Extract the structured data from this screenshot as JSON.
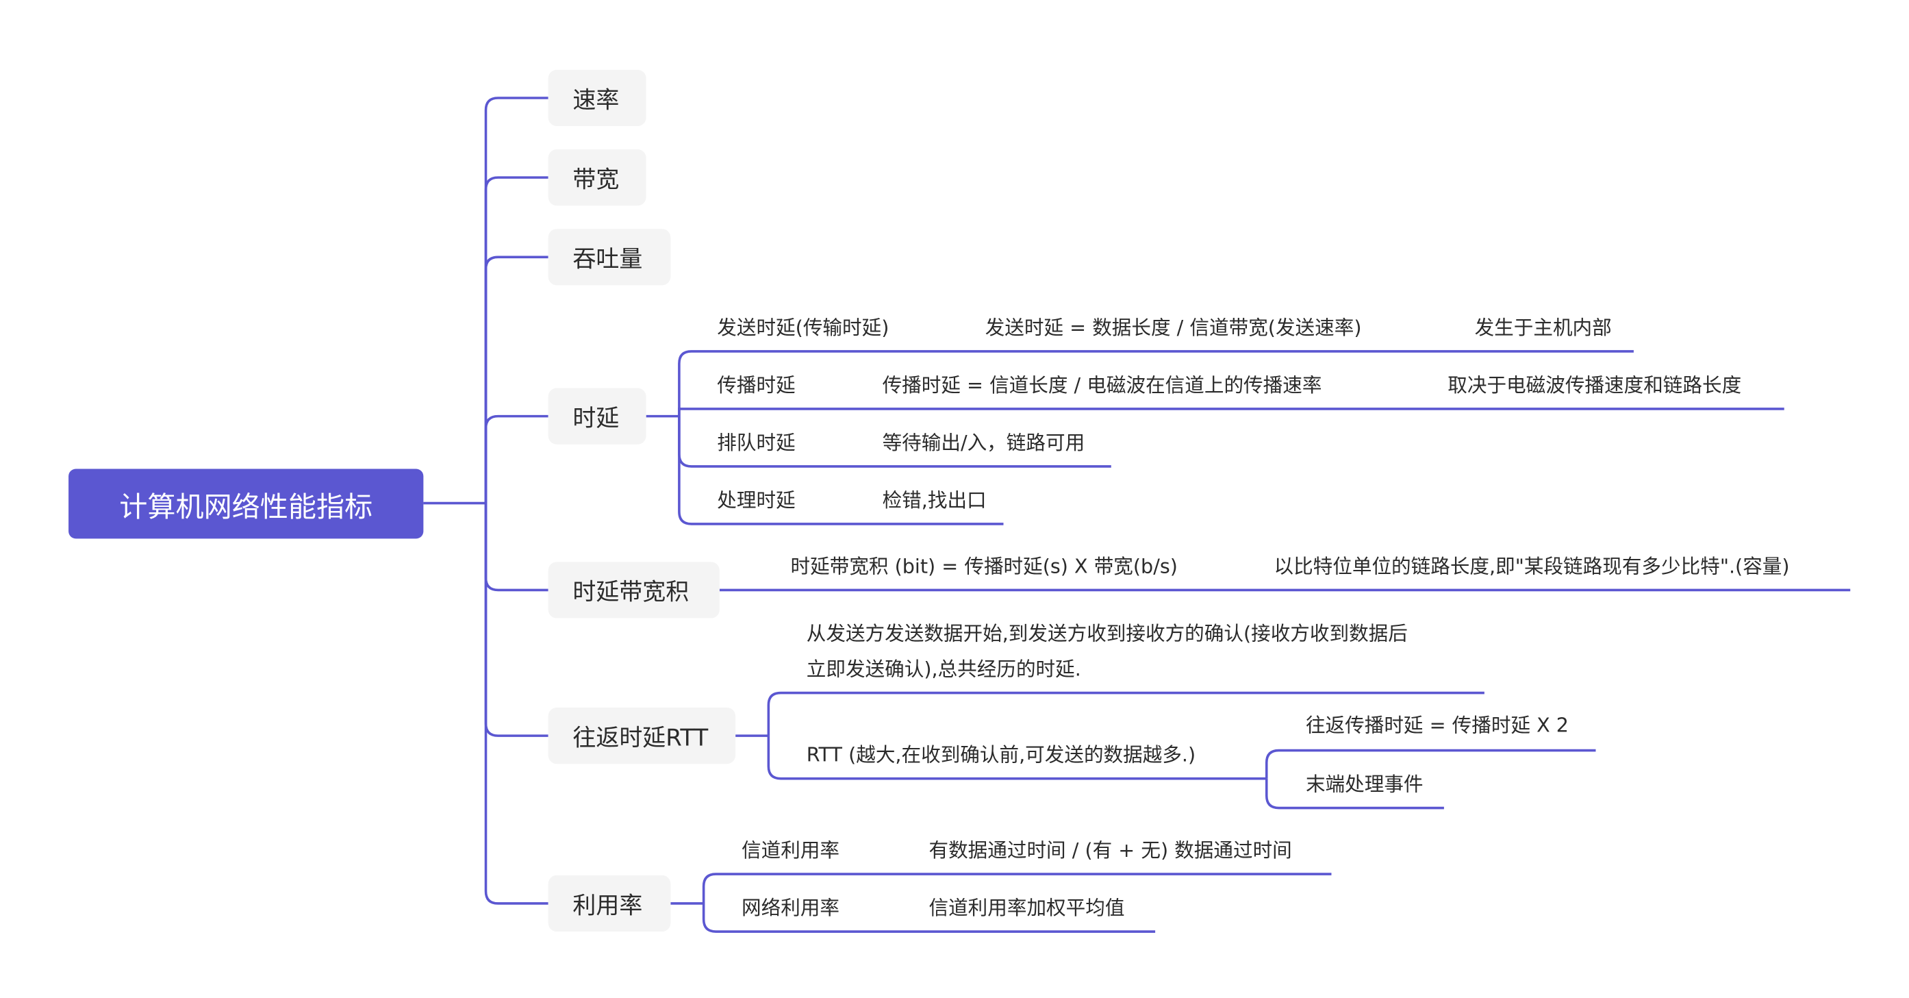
{
  "root": "计算机网络性能指标",
  "nodes": {
    "rate": "速率",
    "bandwidth": "带宽",
    "throughput": "吞吐量",
    "delay": "时延",
    "bdp": "时延带宽积",
    "rtt": "往返时延RTT",
    "utilization": "利用率"
  },
  "delay": {
    "transmission": {
      "name": "发送时延(传输时延)",
      "formula": "发送时延 = 数据长度 / 信道带宽(发送速率)",
      "note": "发生于主机内部"
    },
    "propagation": {
      "name": "传播时延",
      "formula": "传播时延 = 信道长度 / 电磁波在信道上的传播速率",
      "note": "取决于电磁波传播速度和链路长度"
    },
    "queuing": {
      "name": "排队时延",
      "formula": "等待输出/入，链路可用"
    },
    "processing": {
      "name": "处理时延",
      "formula": "检错,找出口"
    }
  },
  "bdp": {
    "formula": "时延带宽积 (bit) = 传播时延(s) X 带宽(b/s)",
    "note": "以比特位单位的链路长度,即\"某段链路现有多少比特\".(容量)"
  },
  "rtt": {
    "definition_line1": "从发送方发送数据开始,到发送方收到接收方的确认(接收方收到数据后",
    "definition_line2": "立即发送确认),总共经历的时延.",
    "note": "RTT (越大,在收到确认前,可发送的数据越多.)",
    "components": [
      "往返传播时延 = 传播时延 X 2",
      "末端处理事件"
    ]
  },
  "utilization": {
    "channel": {
      "name": "信道利用率",
      "formula": "有数据通过时间 / (有 + 无) 数据通过时间"
    },
    "network": {
      "name": "网络利用率",
      "formula": "信道利用率加权平均值"
    }
  },
  "colors": {
    "accent": "#5B57D1",
    "node_bg": "#F4F4F4",
    "text": "#2b2b2b"
  }
}
